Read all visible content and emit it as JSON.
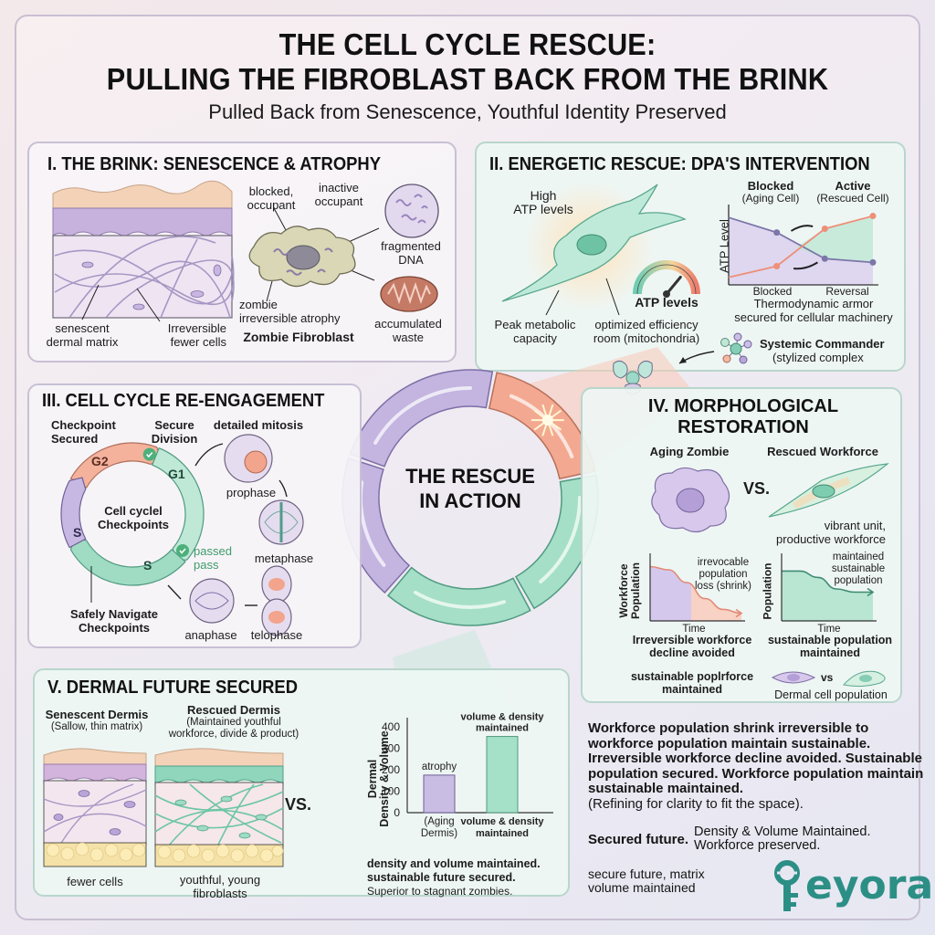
{
  "header": {
    "title_line1": "THE CELL CYCLE RESCUE:",
    "title_line2": "PULLING THE FIBROBLAST BACK FROM THE BRINK",
    "subtitle": "Pulled Back from Senescence, Youthful Identity Preserved"
  },
  "colors": {
    "lavender": "#b9a9d8",
    "mint": "#9fdcc3",
    "salmon": "#f2a48d",
    "teal_brand": "#2c8f86",
    "panel_border": "#c8c0d4"
  },
  "center": {
    "label": "THE RESCUE IN ACTION",
    "line1": "THE RESCUE",
    "line2": "IN ACTION",
    "ring_segments": [
      "lavender",
      "salmon",
      "mint",
      "mint",
      "lavender"
    ]
  },
  "panel1": {
    "title": "I. THE BRINK: SENESCENCE & ATROPHY",
    "labels": {
      "matrix": [
        "senescent",
        "dermal matrix"
      ],
      "fewer": [
        "Irreversible",
        "fewer cells"
      ],
      "blocked": [
        "blocked,",
        "occupant"
      ],
      "inactive": [
        "inactive",
        "occupant"
      ],
      "fragmented": [
        "fragmented",
        "DNA"
      ],
      "zombie": [
        "zombie",
        "irreversible atrophy"
      ],
      "caption": "Zombie Fibroblast",
      "waste": [
        "accumulated",
        "waste"
      ]
    }
  },
  "panel2": {
    "title": "II. ENERGETIC RESCUE: DPA'S INTERVENTION",
    "labels": {
      "high_atp": [
        "High",
        "ATP levels"
      ],
      "peak": [
        "Peak metabolic",
        "capacity"
      ],
      "optimized": [
        "optimized efficiency",
        "room (mitochondria)"
      ],
      "gauge": "ATP levels",
      "thermo": [
        "Thermodynamic armor",
        "secured for cellular machinery"
      ],
      "commander": "Systemic Commander",
      "commander_sub": "(stylized complex"
    },
    "gauge_level": 0.72
  },
  "panel3": {
    "title": "III. CELL CYCLE RE-ENGAGEMENT",
    "labels": {
      "checkpoint": [
        "Checkpoint",
        "Secured"
      ],
      "secure_div": [
        "Secure",
        "Division"
      ],
      "mitosis": "detailed mitosis",
      "center": [
        "Cell cyclel",
        "Checkpoints"
      ],
      "g2": "G2",
      "g1": "G1",
      "s_left": "S",
      "s_bottom": "S",
      "passed": [
        "passed",
        "pass"
      ],
      "navigate": [
        "Safely Navigate",
        "Checkpoints"
      ],
      "prophase": "prophase",
      "metaphase": "metaphase",
      "anaphase": "anaphase",
      "telophase": "telophase"
    }
  },
  "panel4": {
    "title_line1": "IV. MORPHOLOGICAL",
    "title_line2": "RESTORATION",
    "labels": {
      "aging": "Aging Zombie",
      "rescued": "Rescued Workforce",
      "vs": "VS.",
      "vibrant": [
        "vibrant unit,",
        "productive workforce"
      ],
      "left_ylabel": [
        "Workforce",
        "Population"
      ],
      "right_ylabel": "Population",
      "time": "Time",
      "irrevocable": [
        "irrevocable",
        "population",
        "loss (shrink)"
      ],
      "maintained": [
        "maintained",
        "sustainable",
        "population"
      ],
      "irreversible_caption": [
        "Irreversible workforce",
        "decline avoided"
      ],
      "sustainable_caption": [
        "sustainable population",
        "maintained"
      ],
      "poplforce": [
        "sustainable poplrforce",
        "maintained"
      ],
      "vs_small": "vs",
      "dermal_pop": "Dermal cell population"
    }
  },
  "panel5": {
    "title": "V. DERMAL FUTURE SECURED",
    "labels": {
      "senescent": "Senescent Dermis",
      "senescent_sub": "(Sallow, thin matrix)",
      "rescued": "Rescued Dermis",
      "rescued_sub": [
        "(Maintained youthful",
        "workforce, divide & product)"
      ],
      "fewer": "fewer cells",
      "youthful": [
        "youthful, young",
        "fibroblasts"
      ],
      "vs": "VS.",
      "conclusion1": "density and volume maintained.",
      "conclusion2": "sustainable future secured.",
      "conclusion3": "Superior to stagnant zombies."
    }
  },
  "chart_data": [
    {
      "type": "line",
      "title": "",
      "xlabel": "",
      "ylabel": "ATP Level",
      "x": [
        "Blocked",
        "",
        "Reversal",
        ""
      ],
      "x_tick_labels": [
        "Blocked",
        "Reversal"
      ],
      "series": [
        {
          "name": "Blocked (Aging Cell)",
          "header": "Blocked",
          "sub": "(Aging Cell)",
          "color": "#7d76a8",
          "values": [
            0.9,
            0.7,
            0.35,
            0.3
          ]
        },
        {
          "name": "Active (Rescued Cell)",
          "header": "Active",
          "sub": "(Rescued Cell)",
          "color": "#ee8f78",
          "values": [
            0.1,
            0.25,
            0.75,
            0.92
          ]
        }
      ],
      "ylim": [
        0,
        1
      ],
      "annotations": [
        "crossover arrows"
      ]
    },
    {
      "type": "area",
      "title": "",
      "xlabel": "Time",
      "ylabel": "Workforce Population",
      "x": [
        0,
        0.2,
        0.4,
        0.6,
        0.8,
        1.0
      ],
      "series": [
        {
          "name": "Aging workforce",
          "values": [
            0.85,
            0.8,
            0.6,
            0.35,
            0.18,
            0.12
          ]
        }
      ],
      "ylim": [
        0,
        1
      ],
      "annotations": [
        "irrevocable population loss (shrink)"
      ]
    },
    {
      "type": "area",
      "title": "",
      "xlabel": "Time",
      "ylabel": "Population",
      "x": [
        0,
        0.2,
        0.4,
        0.6,
        0.8,
        1.0
      ],
      "series": [
        {
          "name": "Rescued workforce",
          "values": [
            0.78,
            0.78,
            0.68,
            0.5,
            0.45,
            0.45
          ]
        }
      ],
      "ylim": [
        0,
        1
      ],
      "annotations": [
        "maintained sustainable population"
      ]
    },
    {
      "type": "bar",
      "title": "",
      "xlabel": "",
      "ylabel": "Dermal Density & Volume",
      "categories": [
        "(Aging Dermis)",
        "volume & density maintained"
      ],
      "values": [
        175,
        355
      ],
      "bar_labels": [
        "atrophy",
        "volume & density maintained"
      ],
      "colors": [
        "#c9bde4",
        "#a5e0c8"
      ],
      "yticks": [
        0,
        100,
        200,
        300,
        400
      ],
      "ylim": [
        0,
        430
      ]
    }
  ],
  "summary": {
    "bold_text": "Workforce population shrink irreversible to workforce population maintain sustainable. Irreversible workforce decline avoided. Sustainable population secured. Workforce population maintain sustainable maintained.",
    "note": "(Refining for clarity to fit the space).",
    "secured_key": "Secured future.",
    "secured_line1": "Density & Volume Maintained.",
    "secured_line2": "Workforce preserved.",
    "footnote_line1": "secure future, matrix",
    "footnote_line2": "volume maintained"
  },
  "logo": {
    "text": "Keyora",
    "text_visible": "eyora",
    "icon": "key-icon"
  }
}
